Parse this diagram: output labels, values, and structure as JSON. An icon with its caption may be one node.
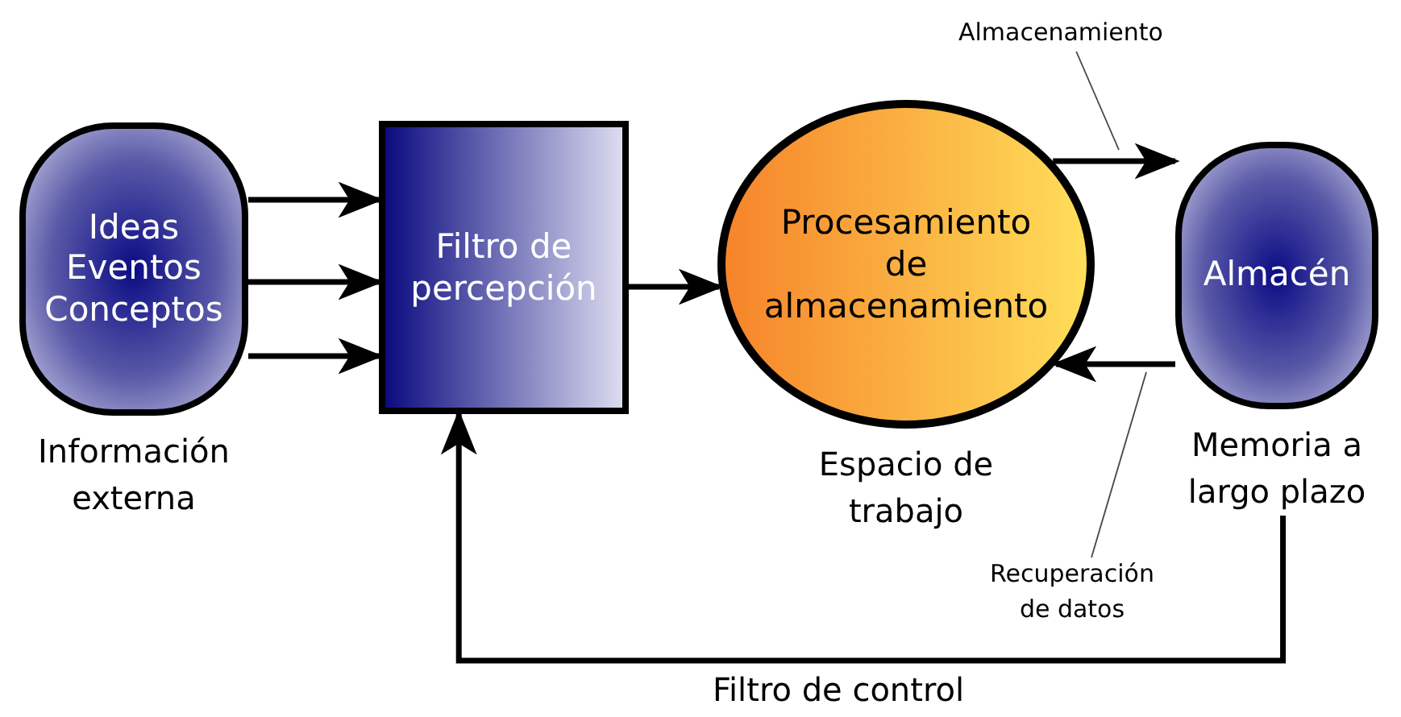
{
  "diagram": {
    "nodes": [
      {
        "text": [
          "Ideas",
          "Eventos",
          "Conceptos"
        ],
        "beside": [
          "Información externa"
        ]
      },
      {
        "text": [
          "Filtro de percepción"
        ]
      },
      {
        "text": [
          "Procesamiento de almacenamiento"
        ],
        "beside": [
          "Espacio de trabajo"
        ]
      },
      {
        "text": [
          "Almacén"
        ],
        "beside": [
          "Memoria a largo plazo"
        ]
      },
      {
        "text": [
          "Almacenamiento"
        ]
      },
      {
        "text": [
          "Recuperación de datos"
        ]
      }
    ],
    "edges": [
      {
        "from": 0,
        "to": 1,
        "arrow": "to"
      },
      {
        "from": 0,
        "to": 1,
        "arrow": "to"
      },
      {
        "from": 0,
        "to": 1,
        "arrow": "to"
      },
      {
        "from": 1,
        "to": 2,
        "arrow": "to"
      },
      {
        "from": 2,
        "to": 3,
        "arrow": "to"
      },
      {
        "from": 3,
        "to": 2,
        "arrow": "to"
      },
      {
        "from": 3,
        "to": 1,
        "arrow": "to",
        "label": "Filtro de control"
      },
      {
        "from": 4,
        "to": null,
        "arrow": "none",
        "color": "#444444"
      },
      {
        "from": 5,
        "to": null,
        "arrow": "none",
        "color": "#444444"
      }
    ]
  }
}
